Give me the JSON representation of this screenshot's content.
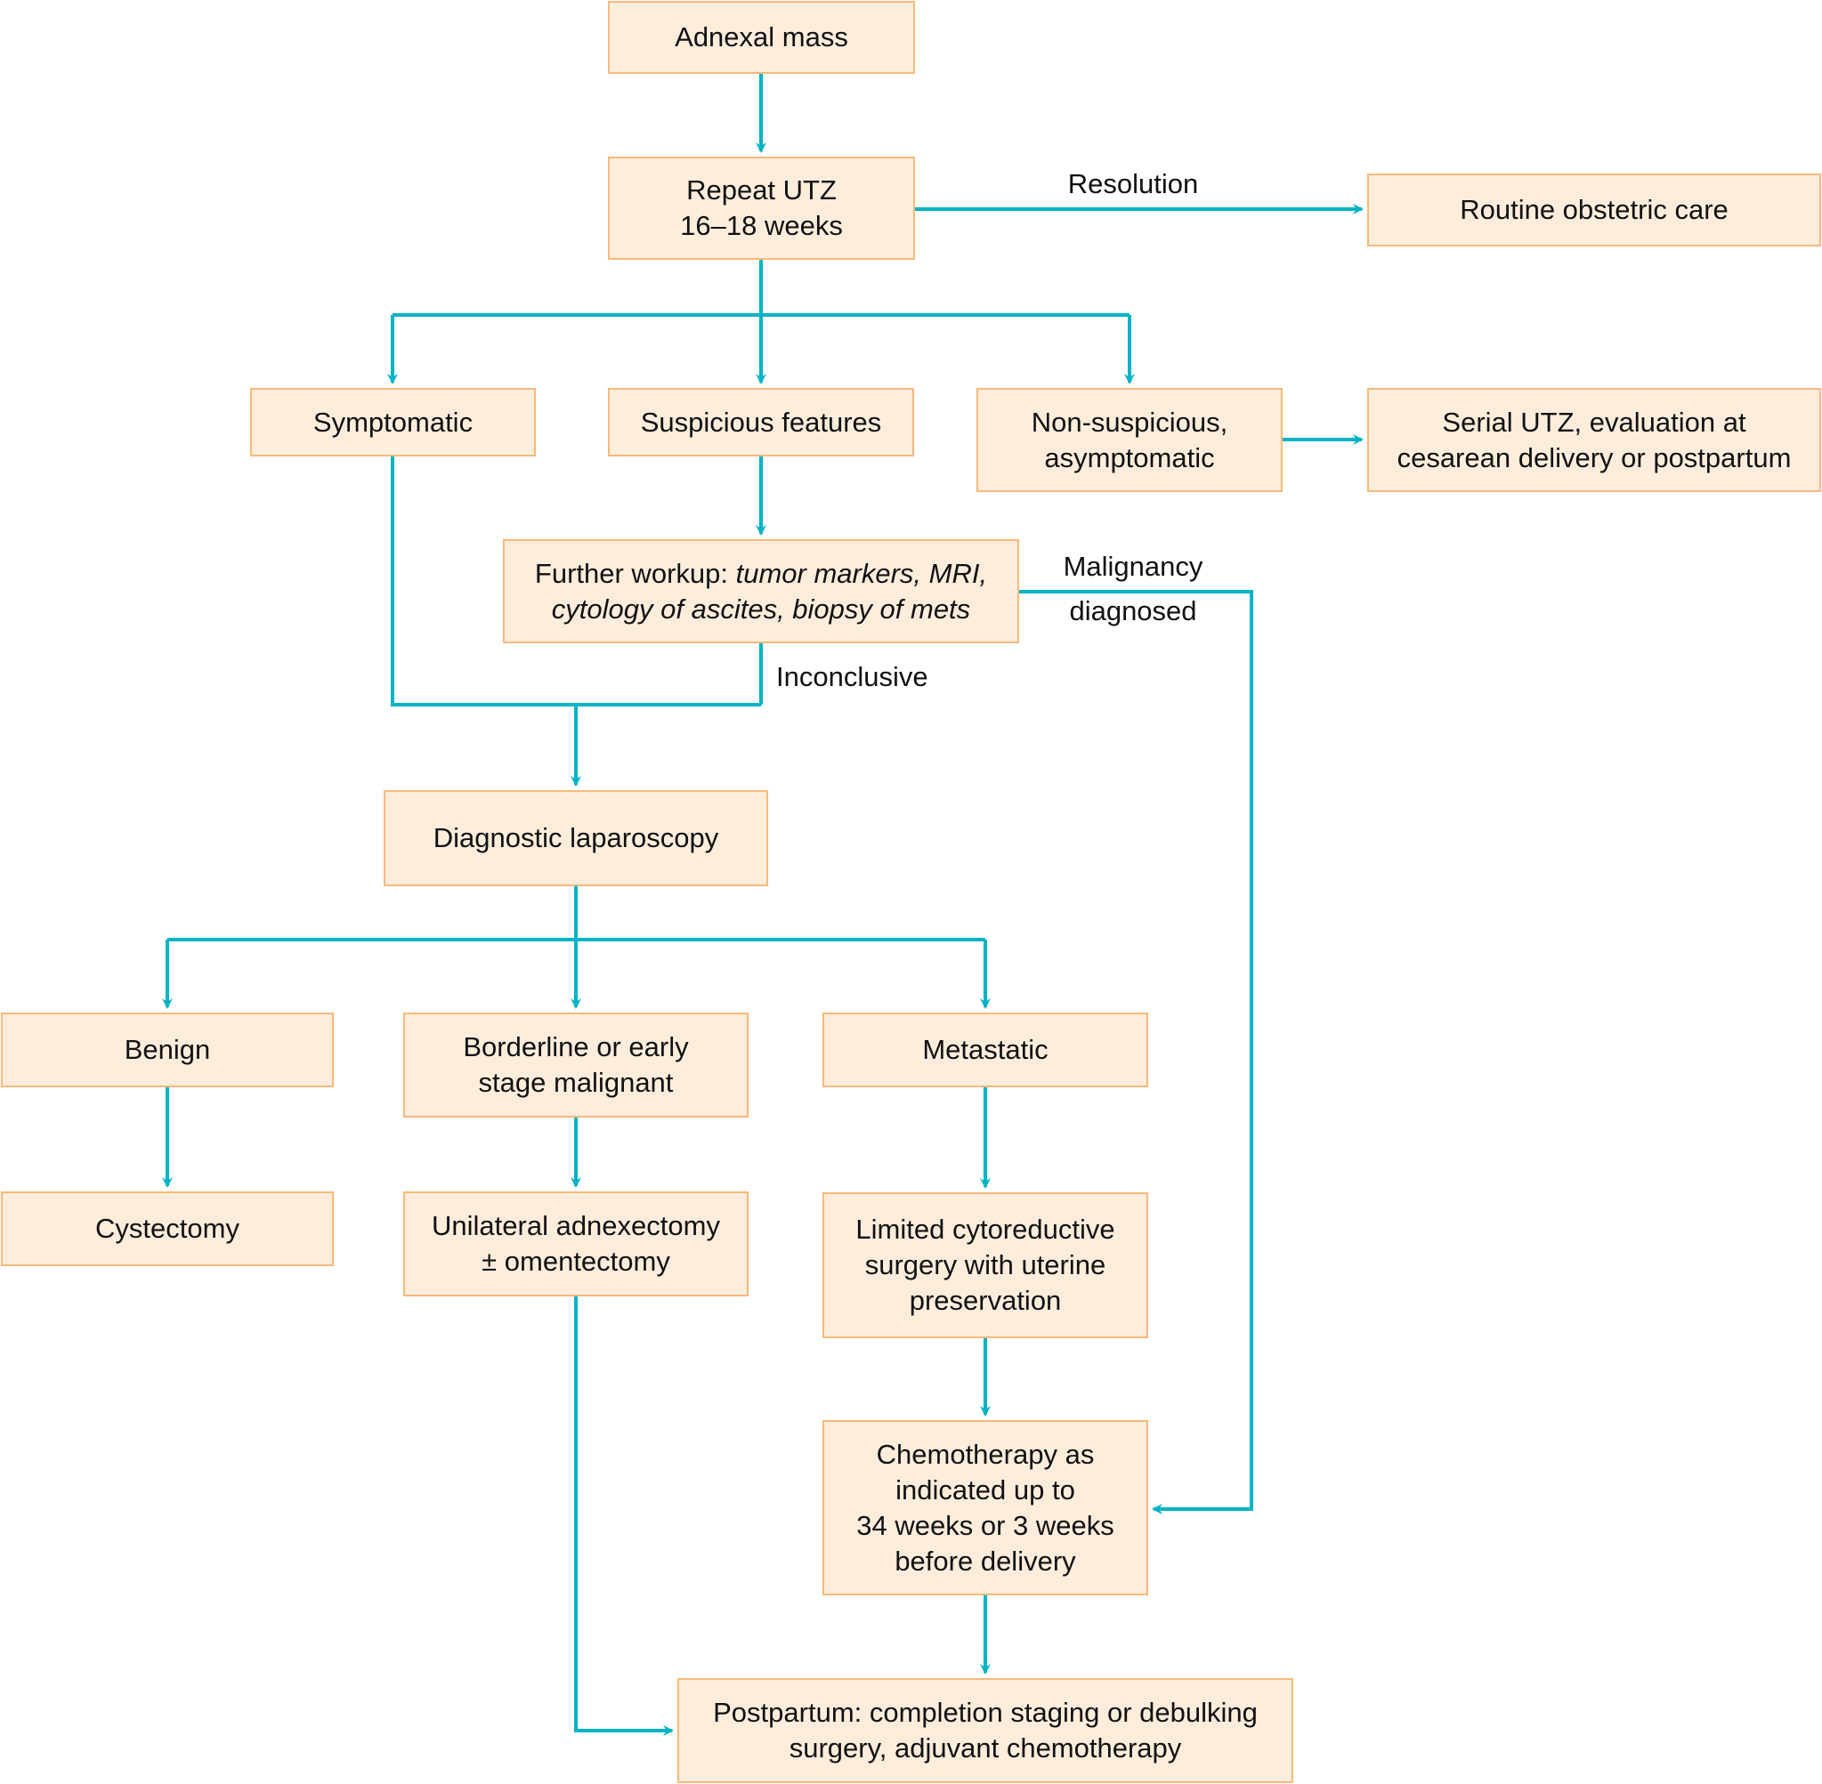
{
  "diagram": {
    "type": "flowchart",
    "colors": {
      "node_fill": "#FFEDDC",
      "node_border": "#F9B97A",
      "edge": "#00B4C5",
      "text": "#111111"
    },
    "nodes": {
      "adnexal_mass": {
        "label": "Adnexal mass"
      },
      "repeat_utz": {
        "line1": "Repeat UTZ",
        "line2": "16–18 weeks"
      },
      "routine_care": {
        "label": "Routine obstetric care"
      },
      "symptomatic": {
        "label": "Symptomatic"
      },
      "suspicious": {
        "label": "Suspicious features"
      },
      "non_suspicious": {
        "line1": "Non-suspicious,",
        "line2": "asymptomatic"
      },
      "serial_utz": {
        "line1": "Serial UTZ, evaluation at",
        "line2": "cesarean delivery or postpartum"
      },
      "further_workup": {
        "prefix": "Further workup: ",
        "italic1": "tumor markers, MRI,",
        "italic2": "cytology of ascites, biopsy of mets"
      },
      "diagnostic_laparoscopy": {
        "label": "Diagnostic laparoscopy"
      },
      "benign": {
        "label": "Benign"
      },
      "borderline": {
        "line1": "Borderline or early",
        "line2": "stage malignant"
      },
      "metastatic": {
        "label": "Metastatic"
      },
      "cystectomy": {
        "label": "Cystectomy"
      },
      "unilateral": {
        "line1": "Unilateral adnexectomy",
        "line2": "± omentectomy"
      },
      "limited_cytoreductive": {
        "line1": "Limited cytoreductive",
        "line2": "surgery with uterine",
        "line3": "preservation"
      },
      "chemotherapy": {
        "line1": "Chemotherapy as",
        "line2": "indicated up to",
        "line3": "34 weeks or 3 weeks",
        "line4": "before delivery"
      },
      "postpartum": {
        "line1": "Postpartum: completion staging or debulking",
        "line2": "surgery, adjuvant chemotherapy"
      }
    },
    "edge_labels": {
      "resolution": "Resolution",
      "malignancy_1": "Malignancy",
      "malignancy_2": "diagnosed",
      "inconclusive": "Inconclusive"
    },
    "edges": [
      {
        "from": "adnexal_mass",
        "to": "repeat_utz"
      },
      {
        "from": "repeat_utz",
        "to": "routine_care",
        "label": "Resolution"
      },
      {
        "from": "repeat_utz",
        "to": "symptomatic"
      },
      {
        "from": "repeat_utz",
        "to": "suspicious"
      },
      {
        "from": "repeat_utz",
        "to": "non_suspicious"
      },
      {
        "from": "non_suspicious",
        "to": "serial_utz"
      },
      {
        "from": "suspicious",
        "to": "further_workup"
      },
      {
        "from": "further_workup",
        "to": "chemotherapy",
        "label": "Malignancy diagnosed"
      },
      {
        "from": "further_workup",
        "to": "diagnostic_laparoscopy",
        "label": "Inconclusive"
      },
      {
        "from": "symptomatic",
        "to": "diagnostic_laparoscopy"
      },
      {
        "from": "diagnostic_laparoscopy",
        "to": "benign"
      },
      {
        "from": "diagnostic_laparoscopy",
        "to": "borderline"
      },
      {
        "from": "diagnostic_laparoscopy",
        "to": "metastatic"
      },
      {
        "from": "benign",
        "to": "cystectomy"
      },
      {
        "from": "borderline",
        "to": "unilateral"
      },
      {
        "from": "metastatic",
        "to": "limited_cytoreductive"
      },
      {
        "from": "limited_cytoreductive",
        "to": "chemotherapy"
      },
      {
        "from": "chemotherapy",
        "to": "postpartum"
      },
      {
        "from": "unilateral",
        "to": "postpartum"
      }
    ]
  }
}
